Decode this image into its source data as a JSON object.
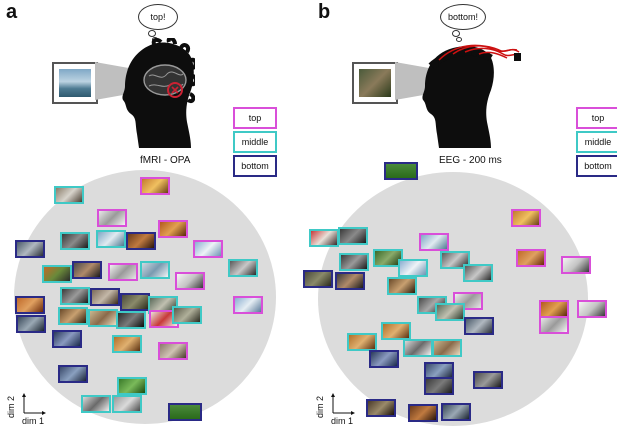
{
  "panels": [
    {
      "letter": "a",
      "thought": "top!",
      "method": "fMRI - OPA",
      "legend": [
        "top",
        "middle",
        "bottom"
      ],
      "axis_x": "dim 1",
      "axis_y": "dim 2"
    },
    {
      "letter": "b",
      "thought": "bottom!",
      "method": "EEG - 200 ms",
      "legend": [
        "top",
        "middle",
        "bottom"
      ],
      "axis_x": "dim 1",
      "axis_y": "dim 2"
    }
  ],
  "colors": {
    "top": "#d94fd9",
    "middle": "#3fc9c6",
    "bottom": "#2a2a86",
    "brain_target": "#cc2233",
    "eeg_cap": "#cc1111"
  }
}
